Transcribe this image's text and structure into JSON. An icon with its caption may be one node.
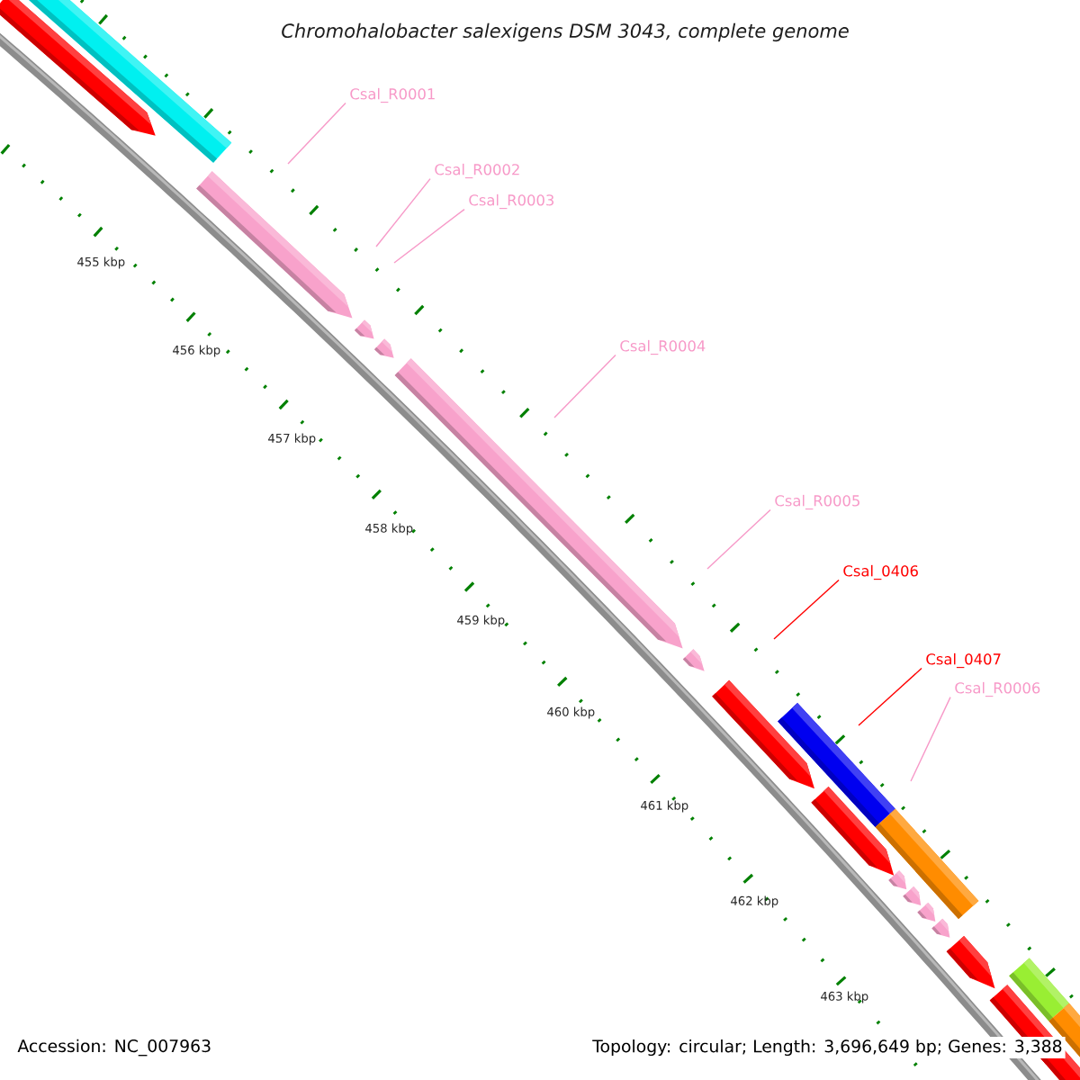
{
  "diagram": {
    "title": "Chromohalobacter salexigens DSM 3043, complete genome",
    "nodes": [
      {
        "text": [
          "Csal_R0001"
        ]
      },
      {
        "text": [
          "Csal_R0002"
        ]
      },
      {
        "text": [
          "Csal_R0003"
        ]
      },
      {
        "text": [
          "Csal_R0004"
        ]
      },
      {
        "text": [
          "Csal_R0005"
        ]
      },
      {
        "text": [
          "Csal_0406"
        ]
      },
      {
        "text": [
          "Csal_0407"
        ]
      },
      {
        "text": [
          "Csal_R0006"
        ]
      }
    ],
    "edges": [
      {
        "from": 0,
        "to": null,
        "arrow": "none"
      },
      {
        "from": 1,
        "to": null,
        "arrow": "none"
      },
      {
        "from": 2,
        "to": null,
        "arrow": "none"
      },
      {
        "from": 3,
        "to": null,
        "arrow": "none"
      },
      {
        "from": 4,
        "to": null,
        "arrow": "none"
      },
      {
        "from": 5,
        "to": null,
        "arrow": "none",
        "color": "#ff0000"
      },
      {
        "from": 6,
        "to": null,
        "arrow": "none",
        "color": "#ff0000"
      },
      {
        "from": 7,
        "to": null,
        "arrow": "none"
      }
    ],
    "labels": [
      "455 kbp",
      "456 kbp",
      "457 kbp",
      "458 kbp",
      "459 kbp",
      "460 kbp",
      "461 kbp",
      "462 kbp",
      "463 kbp",
      "Accession: NC_007963",
      "Topology: circular; Length: 3,696,649 bp; Genes: 3,388"
    ]
  }
}
